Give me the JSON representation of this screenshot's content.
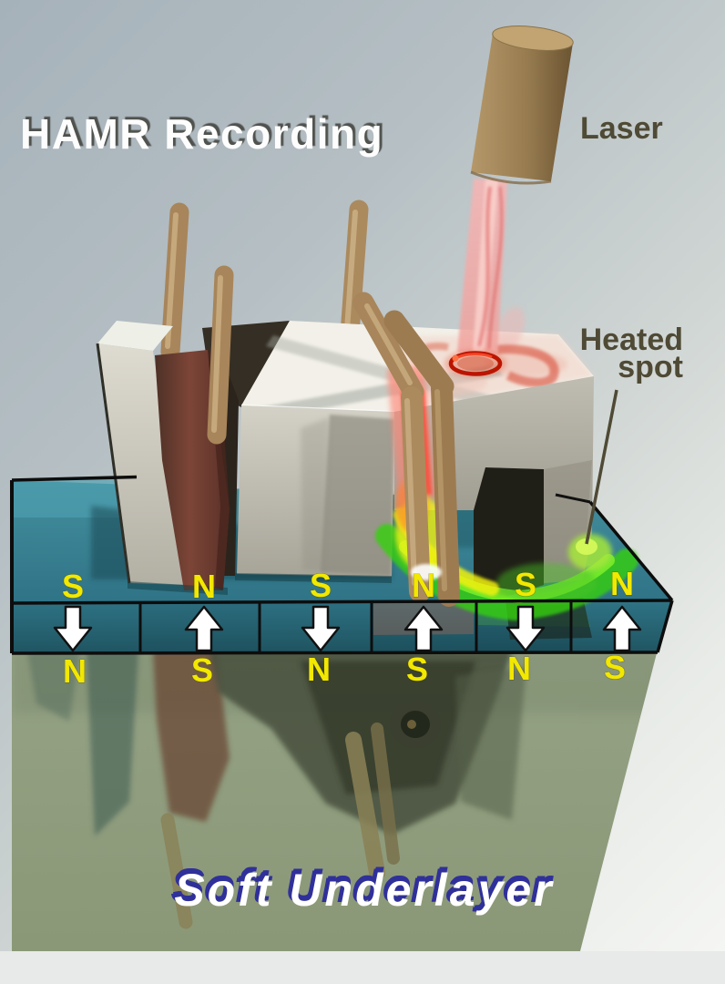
{
  "title": "HAMR Recording",
  "labels": {
    "laser": "Laser",
    "heated_spot_line1": "Heated",
    "heated_spot_line2": "spot",
    "soft_underlayer": "Soft Underlayer"
  },
  "medium": {
    "top_poles": [
      "S",
      "N",
      "S",
      "N",
      "S",
      "N"
    ],
    "bottom_poles": [
      "N",
      "S",
      "N",
      "S",
      "N",
      "S"
    ],
    "magnetization_arrows": [
      "down",
      "up",
      "down",
      "up",
      "down",
      "up"
    ]
  },
  "colors": {
    "background_top": "#a6b2ba",
    "background_bottom": "#f6f7f5",
    "medium_teal": "#2e7383",
    "underlayer_green": "#8f9c7d",
    "pole_label_yellow": "#f2e800",
    "arrow_white": "#ffffff",
    "laser_body_tan": "#9a7d50",
    "laser_beam_pink": "#f2a8a8",
    "heated_ring_red": "#bb1500",
    "heat_glow_green": "#a6e83a",
    "label_olive": "#4f4a35",
    "soft_underlayer_navy": "#30309a",
    "reader_plate_maroon": "#7a4538",
    "title_white": "#fdfdfd"
  }
}
